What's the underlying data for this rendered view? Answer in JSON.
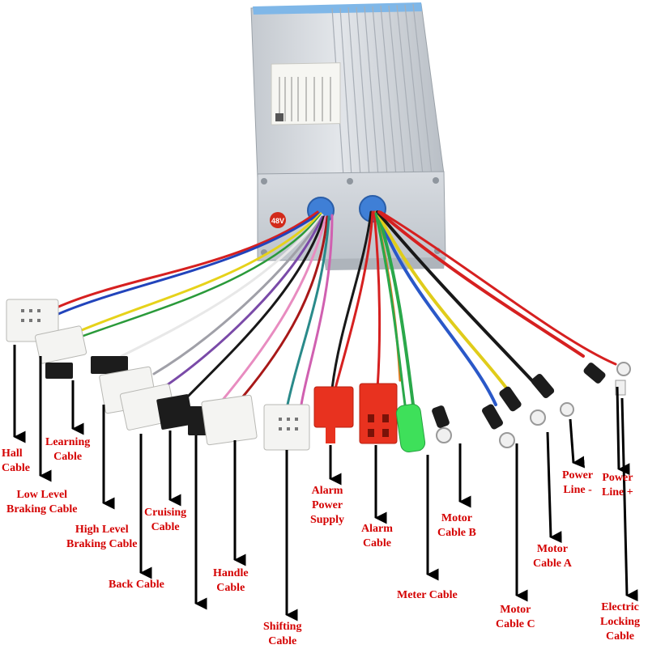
{
  "controller": {
    "voltage_badge": "48V",
    "colors": {
      "body": "#d6dadf",
      "fin_dark": "#b6bcc4",
      "plate": "#c9ced4",
      "grommet": "#3f7fd6",
      "badge": "#d22a1a"
    }
  },
  "colors": {
    "label": "#d40000",
    "arrow": "#000000",
    "plug_white": "#f4f4f2",
    "plug_black": "#1c1c1c",
    "plug_red": "#e8321f",
    "meter_green": "#3ee05a"
  },
  "labels": {
    "hall": [
      "Hall",
      "Cable"
    ],
    "learning": [
      "Learning",
      "Cable"
    ],
    "low_level_braking": [
      "Low Level",
      "Braking Cable"
    ],
    "high_level_braking": [
      "High Level",
      "Braking Cable"
    ],
    "back": [
      "Back Cable"
    ],
    "cruising": [
      "Cruising",
      "Cable"
    ],
    "handle": [
      "Handle",
      "Cable"
    ],
    "shifting": [
      "Shifting",
      "Cable"
    ],
    "alarm_power_supply": [
      "Alarm",
      "Power",
      "Supply"
    ],
    "alarm": [
      "Alarm",
      "Cable"
    ],
    "meter": [
      "Meter Cable"
    ],
    "motor_b": [
      "Motor",
      "Cable B"
    ],
    "motor_c": [
      "Motor",
      "Cable C"
    ],
    "motor_a": [
      "Motor",
      "Cable A"
    ],
    "power_minus": [
      "Power",
      "Line -"
    ],
    "power_plus": [
      "Power",
      "Line +"
    ],
    "electric_locking": [
      "Electric",
      "Locking",
      "Cable"
    ]
  }
}
